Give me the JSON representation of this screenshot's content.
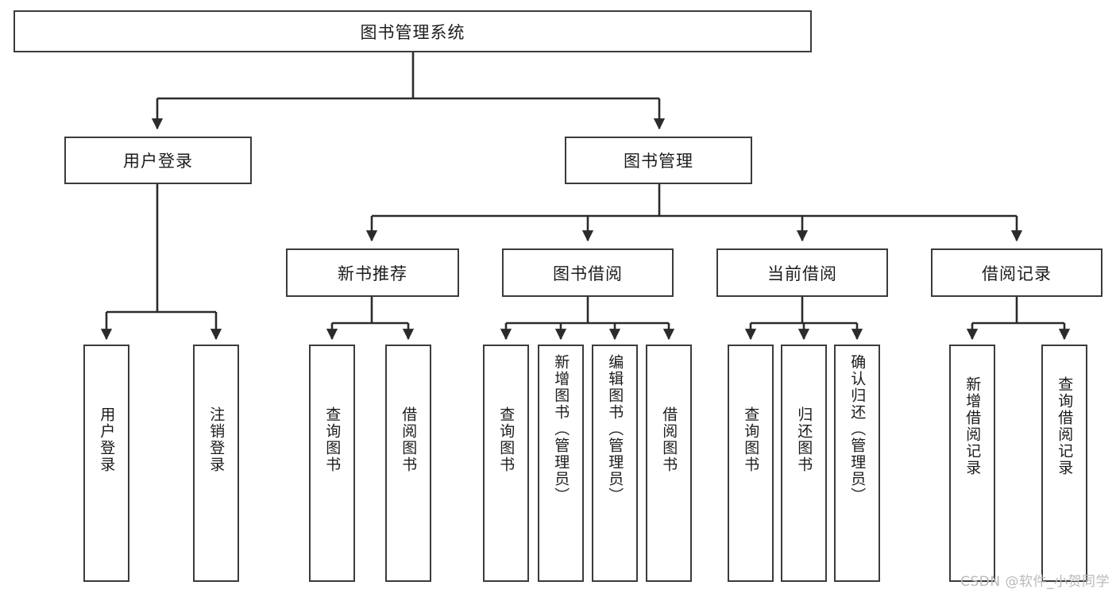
{
  "diagram": {
    "type": "tree-hierarchy",
    "title": "图书管理系统",
    "watermark": "CSDN @软件_小贺同学",
    "colors": {
      "box_border": "#3b3b3b",
      "box_fill": "#ffffff",
      "connector": "#2b2b2b",
      "text": "#1c1c1c",
      "watermark": "#b9b9b9",
      "background": "#ffffff"
    },
    "nodes": {
      "root": {
        "label": "图书管理系统"
      },
      "level1": [
        {
          "id": "user-login",
          "label": "用户登录"
        },
        {
          "id": "book-manage",
          "label": "图书管理"
        }
      ],
      "level2": [
        {
          "id": "new-book-recommend",
          "label": "新书推荐",
          "parent": "book-manage"
        },
        {
          "id": "book-borrow",
          "label": "图书借阅",
          "parent": "book-manage"
        },
        {
          "id": "current-borrow",
          "label": "当前借阅",
          "parent": "book-manage"
        },
        {
          "id": "borrow-record",
          "label": "借阅记录",
          "parent": "book-manage"
        }
      ],
      "leaves": [
        {
          "id": "leaf-user-login",
          "label": "用户登录",
          "parent": "user-login"
        },
        {
          "id": "leaf-user-logout",
          "label": "注销登录",
          "parent": "user-login"
        },
        {
          "id": "leaf-query-book-1",
          "label": "查询图书",
          "parent": "new-book-recommend"
        },
        {
          "id": "leaf-borrow-book-1",
          "label": "借阅图书",
          "parent": "new-book-recommend"
        },
        {
          "id": "leaf-query-book-2",
          "label": "查询图书",
          "parent": "book-borrow"
        },
        {
          "id": "leaf-add-book",
          "label": "新增图书（管理员）",
          "parent": "book-borrow"
        },
        {
          "id": "leaf-edit-book",
          "label": "编辑图书（管理员）",
          "parent": "book-borrow"
        },
        {
          "id": "leaf-borrow-book-2",
          "label": "借阅图书",
          "parent": "book-borrow"
        },
        {
          "id": "leaf-query-book-3",
          "label": "查询图书",
          "parent": "current-borrow"
        },
        {
          "id": "leaf-return-book",
          "label": "归还图书",
          "parent": "current-borrow"
        },
        {
          "id": "leaf-confirm-return",
          "label": "确认归还（管理员）",
          "parent": "current-borrow"
        },
        {
          "id": "leaf-add-record",
          "label": "新增借阅记录",
          "parent": "borrow-record"
        },
        {
          "id": "leaf-query-record",
          "label": "查询借阅记录",
          "parent": "borrow-record"
        }
      ]
    }
  }
}
